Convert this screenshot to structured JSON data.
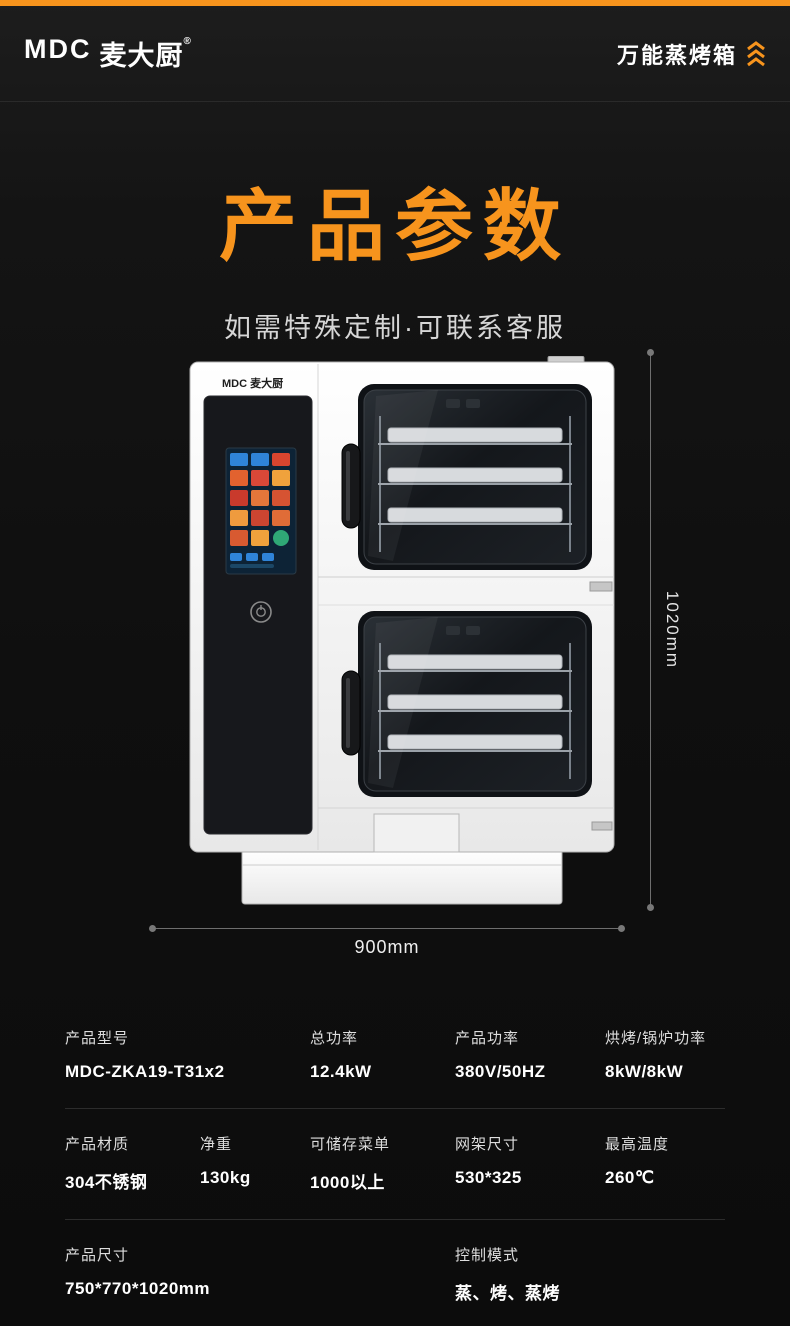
{
  "header": {
    "logo_text": "MDC",
    "logo_cn": "麦大厨",
    "logo_reg": "®",
    "product_name": "万能蒸烤箱"
  },
  "title": {
    "main": "产品参数",
    "subtitle": "如需特殊定制·可联系客服"
  },
  "product_image": {
    "brand": "MDC 麦大厨"
  },
  "dimensions": {
    "height": "1020mm",
    "width": "900mm"
  },
  "specs": {
    "rows": [
      [
        {
          "label": "产品型号",
          "value": "MDC-ZKA19-T31x2"
        },
        {
          "label": "总功率",
          "value": "12.4kW"
        },
        {
          "label": "产品功率",
          "value": "380V/50HZ"
        },
        {
          "label": "烘烤/锅炉功率",
          "value": "8kW/8kW"
        }
      ],
      [
        {
          "label": "产品材质",
          "value": "304不锈钢"
        },
        {
          "label": "净重",
          "value": "130kg"
        },
        {
          "label": "可储存菜单",
          "value": "1000以上"
        },
        {
          "label": "网架尺寸",
          "value": "530*325"
        },
        {
          "label": "最高温度",
          "value": "260℃"
        }
      ],
      [
        {
          "label": "产品尺寸",
          "value": "750*770*1020mm"
        },
        {
          "label": "控制模式",
          "value": "蒸、烤、蒸烤"
        }
      ]
    ]
  },
  "icons": {
    "brand_mark": "steam-icon"
  },
  "colors": {
    "accent": "#F7941D",
    "background": "#0f0f0f",
    "divider": "#2c2c2c"
  }
}
